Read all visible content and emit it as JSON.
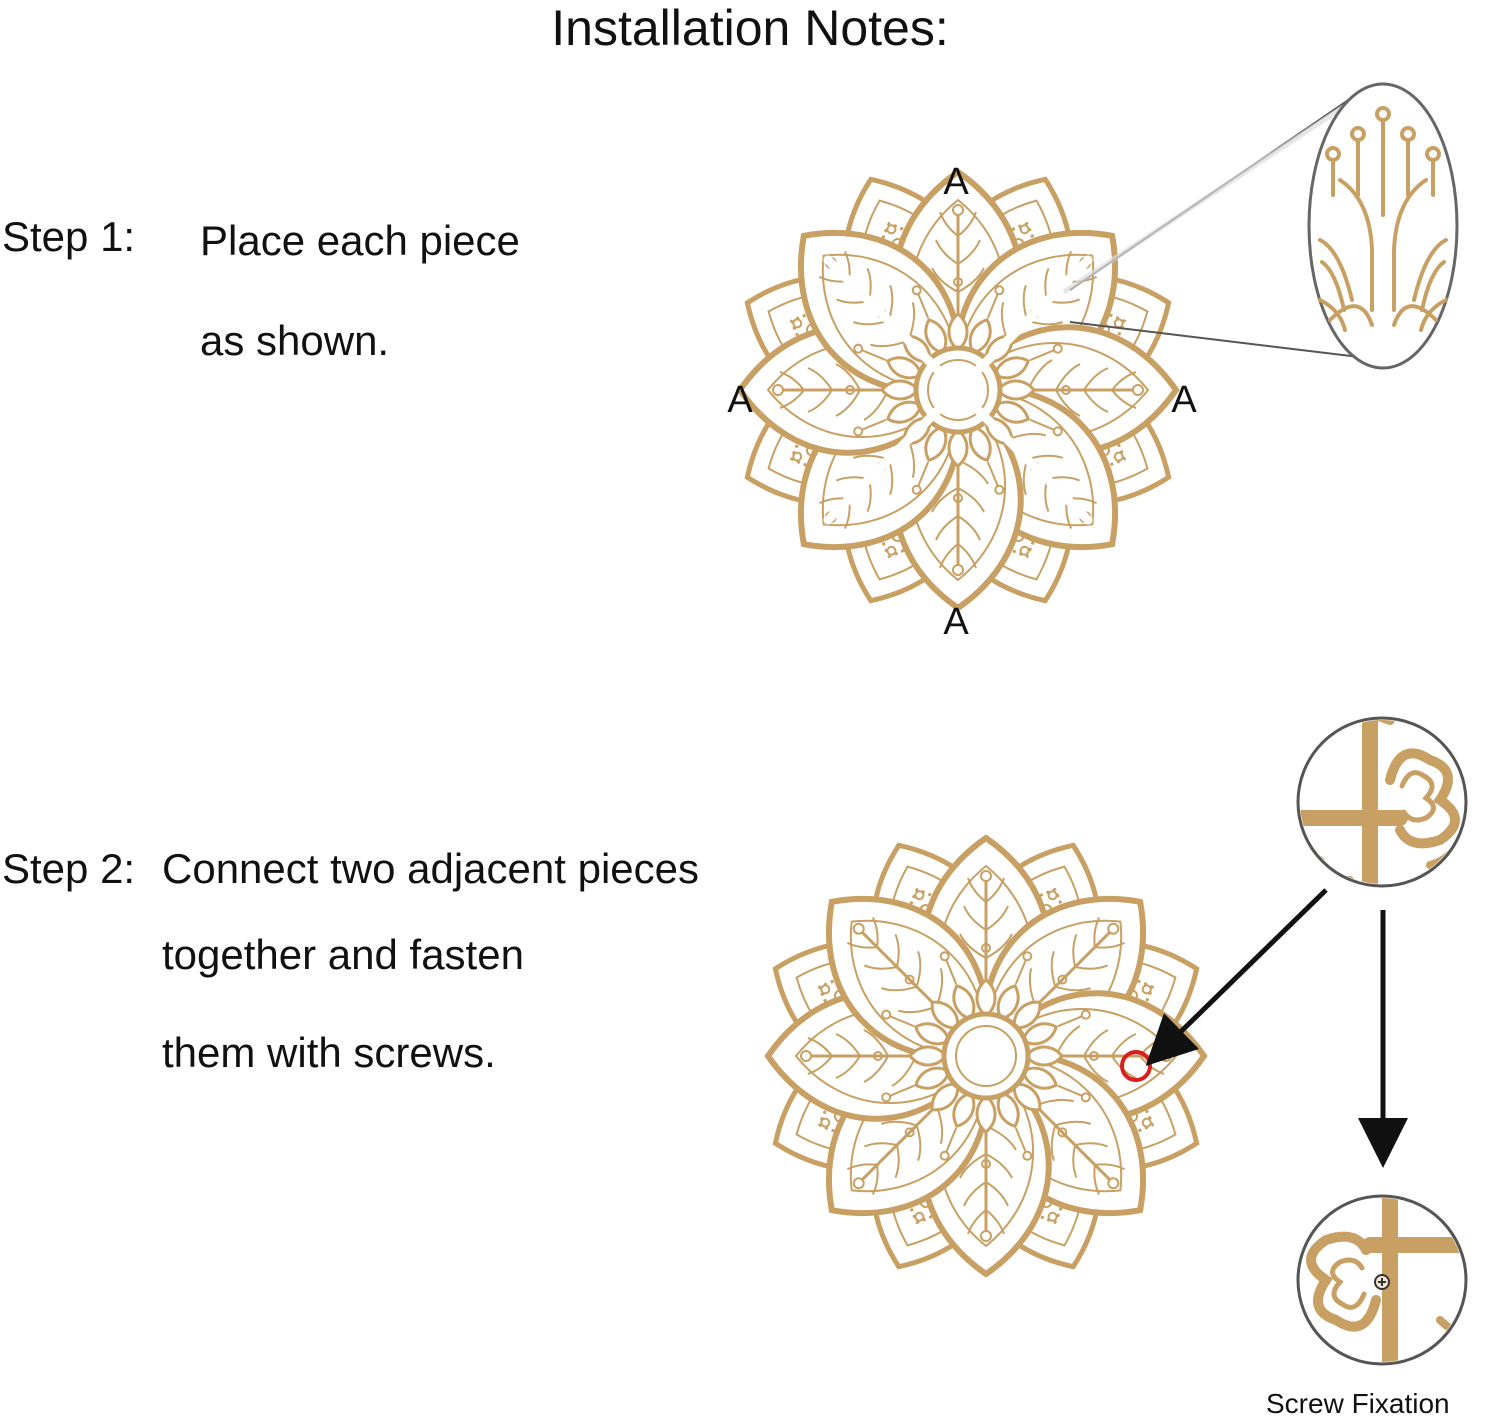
{
  "title": "Installation Notes:",
  "step1": {
    "label": "Step 1:",
    "line1": "Place each piece",
    "line2": "as shown.",
    "piece_labels": [
      "A",
      "A",
      "A",
      "A"
    ]
  },
  "step2": {
    "label": "Step 2:",
    "line1": "Connect two adjacent pieces",
    "line2": "together and fasten",
    "line3": "them with screws.",
    "caption": "Screw Fixation"
  },
  "colors": {
    "gold": "#c8a063",
    "gold_light": "#e6d3b2",
    "arrow": "#111111",
    "highlight": "#d81e1e",
    "outline": "#555555"
  }
}
